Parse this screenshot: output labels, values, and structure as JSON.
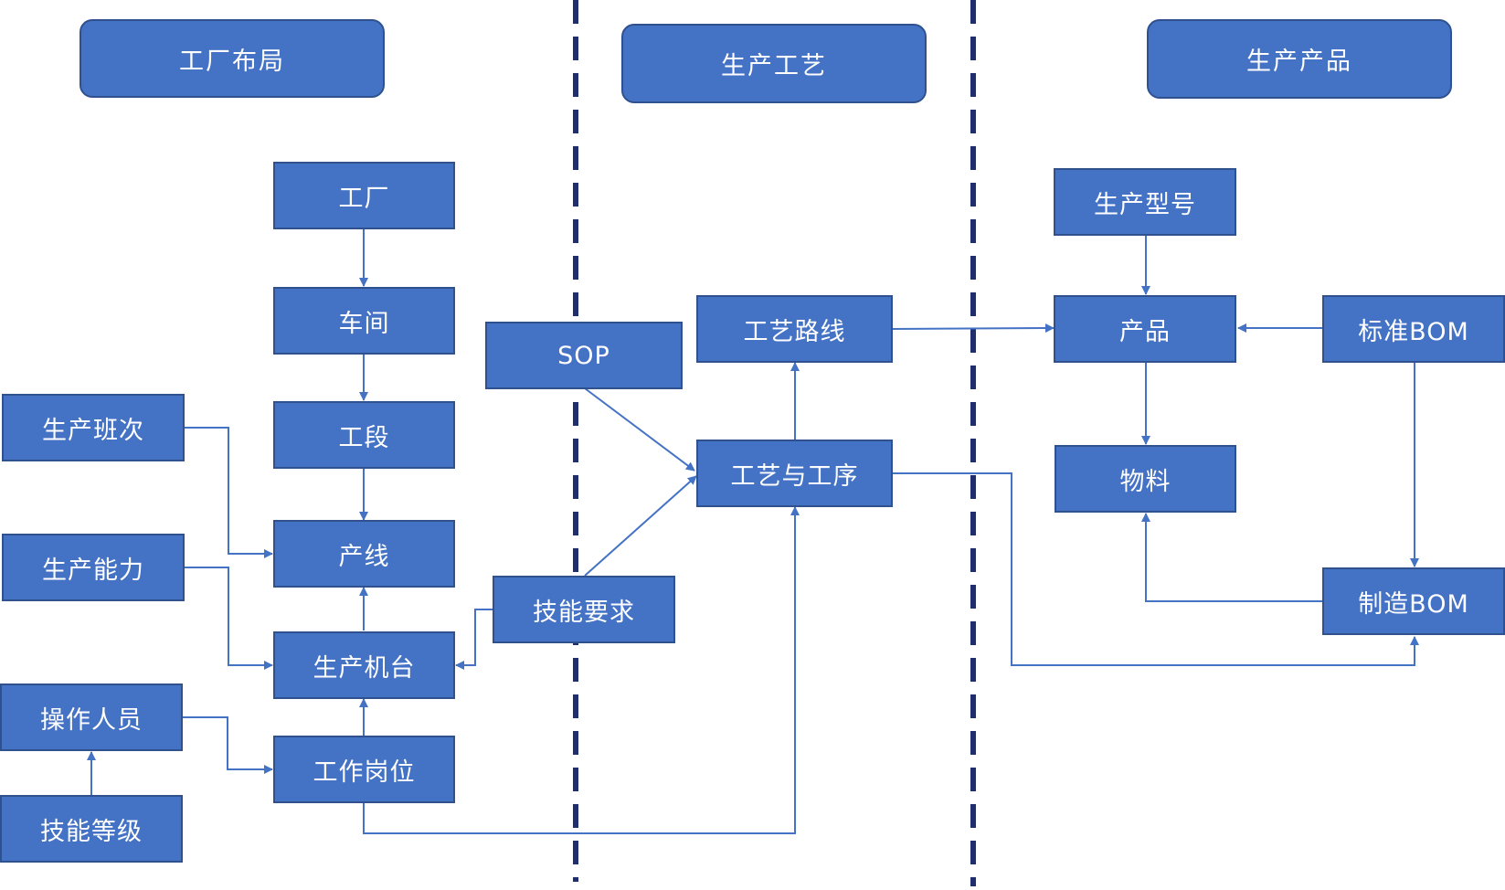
{
  "sections": {
    "layout": "工厂布局",
    "process": "生产工艺",
    "product": "生产产品"
  },
  "nodes": {
    "factory": "工厂",
    "workshop": "车间",
    "section": "工段",
    "line": "产线",
    "machine": "生产机台",
    "workstation": "工作岗位",
    "shift": "生产班次",
    "capacity": "生产能力",
    "operator": "操作人员",
    "skill_level": "技能等级",
    "sop": "SOP",
    "skill_req": "技能要求",
    "route": "工艺路线",
    "operation": "工艺与工序",
    "model": "生产型号",
    "product": "产品",
    "material": "物料",
    "std_bom": "标准BOM",
    "mfg_bom": "制造BOM"
  },
  "colors": {
    "node_fill": "#4472c4",
    "node_border": "#2f528f",
    "connector": "#4472c4",
    "divider": "#1f2e6e"
  }
}
